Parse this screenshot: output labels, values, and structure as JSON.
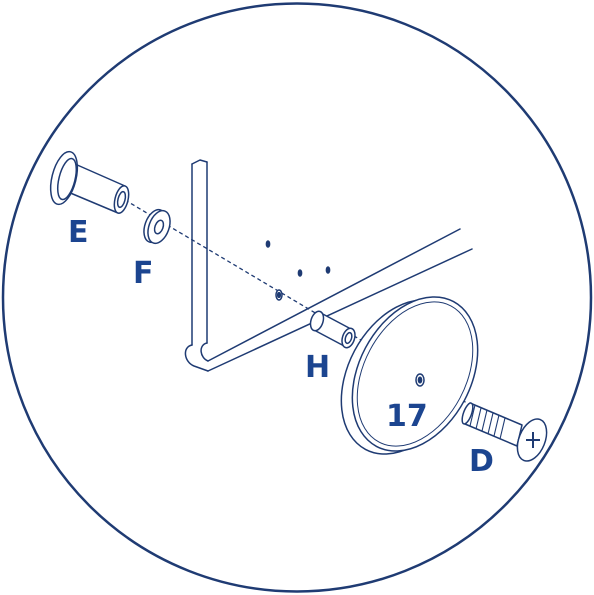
{
  "labels": {
    "e": "E",
    "f": "F",
    "h": "H",
    "part_17": "17",
    "d": "D"
  },
  "colors": {
    "line": "#1f3b73",
    "label": "#1c4590",
    "background": "#ffffff"
  }
}
